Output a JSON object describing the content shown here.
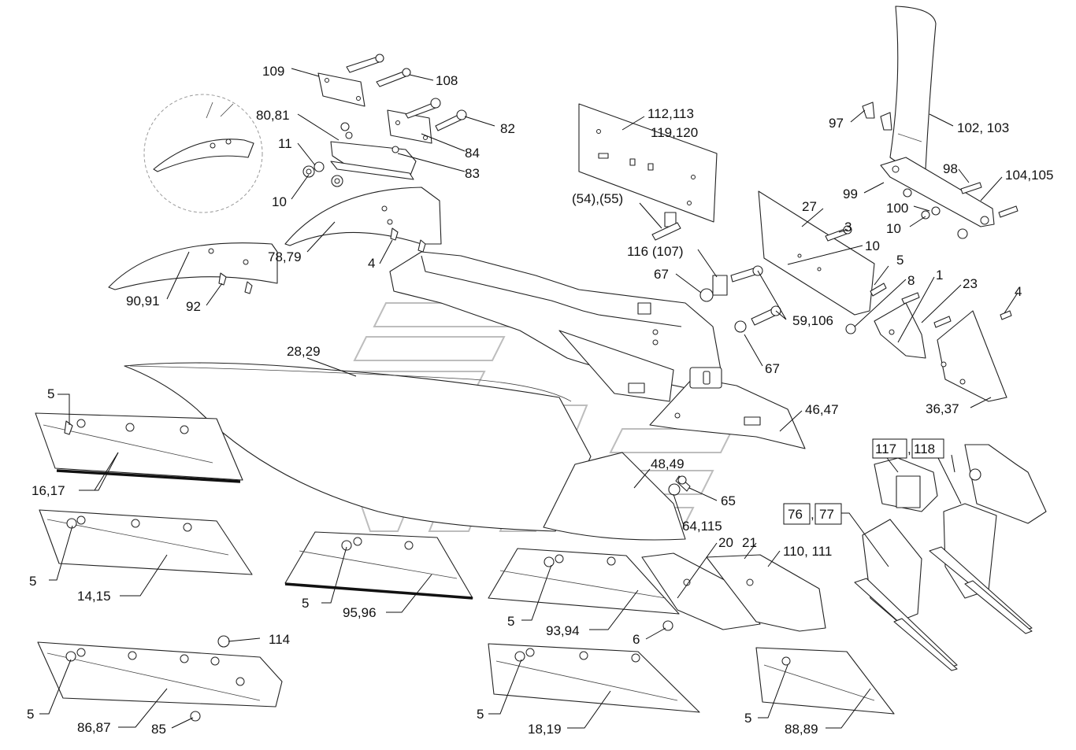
{
  "labels": {
    "l109": "109",
    "l108": "108",
    "l80_81": "80,81",
    "l82": "82",
    "l84": "84",
    "l83": "83",
    "l11": "11",
    "l10a": "10",
    "l78_79": "78,79",
    "l4a": "4",
    "l90_91": "90,91",
    "l92": "92",
    "l112_113": "112,113",
    "l119_120": "119,120",
    "l54_55": "(54),(55)",
    "l116_107": "116 (107)",
    "l67a": "67",
    "l59_106": "59,106",
    "l67b": "67",
    "l97": "97",
    "l102_103": "102, 103",
    "l98": "98",
    "l104_105": "104,105",
    "l99": "99",
    "l27": "27",
    "l3": "3",
    "l100": "100",
    "l10b": "10",
    "l10c": "10",
    "l5a": "5",
    "l8": "8",
    "l1": "1",
    "l23": "23",
    "l4b": "4",
    "l36_37": "36,37",
    "l46_47": "46,47",
    "l28_29": "28,29",
    "l5b": "5",
    "l16_17": "16,17",
    "l48_49": "48,49",
    "l65": "65",
    "l64_115": "64,115",
    "l117": "117",
    "l118": "118",
    "l76": "76",
    "l77": "77",
    "l5c": "5",
    "l14_15": "14,15",
    "l20": "20",
    "l21": "21",
    "l110_111": "110, 111",
    "l5d": "5",
    "l95_96": "95,96",
    "l5e": "5",
    "l93_94": "93,94",
    "l6": "6",
    "l114": "114",
    "l5f": "5",
    "l86_87": "86,87",
    "l85": "85",
    "l5g": "5",
    "l18_19": "18,19",
    "l5h": "5",
    "l88_89": "88,89"
  }
}
